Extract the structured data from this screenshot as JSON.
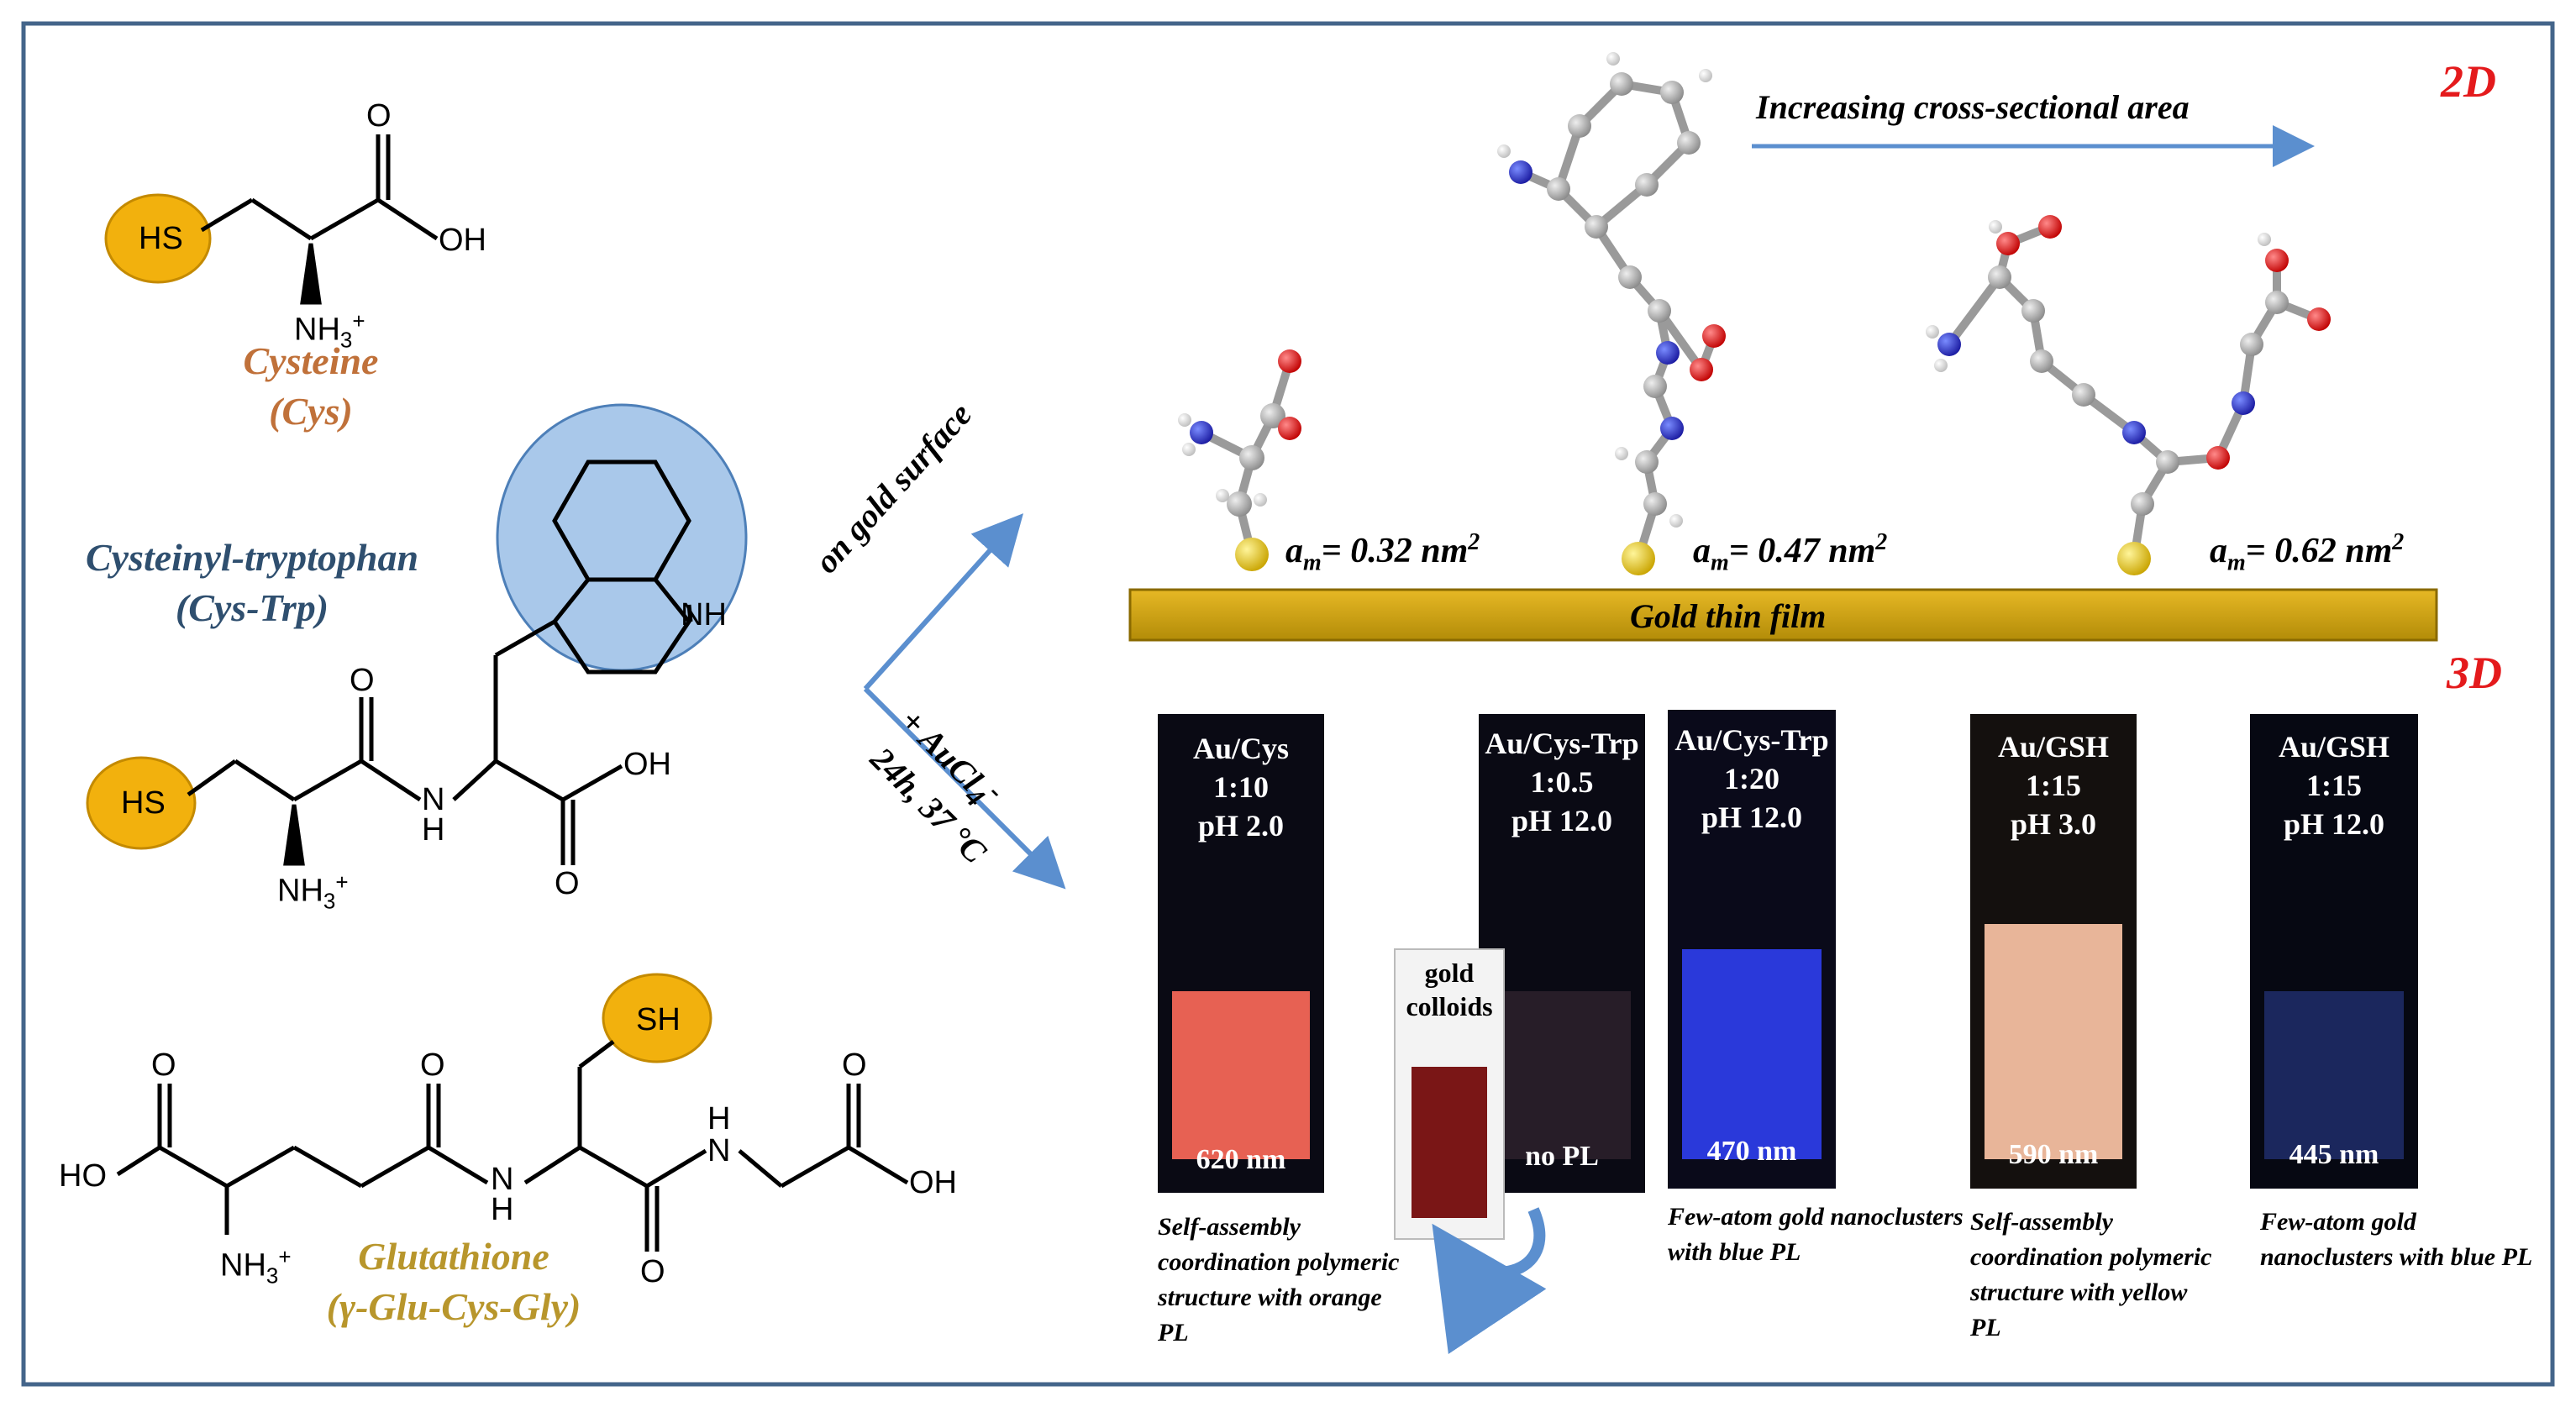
{
  "molecules": {
    "cysteine": {
      "name": "Cysteine",
      "abbr": "(Cys)",
      "name_color": "#c0713a"
    },
    "cys_trp": {
      "name": "Cysteinyl-tryptophan",
      "abbr": "(Cys-Trp)",
      "name_color": "#2f4f6f"
    },
    "glutathione": {
      "name": "Glutathione",
      "abbr": "(γ-Glu-Cys-Gly)",
      "name_color": "#b8962c"
    }
  },
  "atoms": {
    "hs": "HS",
    "sh": "SH",
    "oh": "OH",
    "ho": "HO",
    "o": "O",
    "nh": "NH",
    "n": "N",
    "h": "H",
    "nh3": "NH",
    "nh3_sub": "3",
    "nh3_sup": "+"
  },
  "routes": {
    "surface": "on gold surface",
    "reagent": "+ AuCl",
    "reagent_sub": "4",
    "reagent_sup": "-",
    "conditions": "24h, 37 °C"
  },
  "panel_2d": {
    "tag": "2D",
    "trend": "Increasing cross-sectional area",
    "film": "Gold thin film",
    "area_prefix": "a",
    "area_sub": "m",
    "areas": [
      "= 0.32 nm",
      "= 0.47 nm",
      "= 0.62 nm"
    ],
    "area_sup": "2"
  },
  "panel_3d": {
    "tag": "3D",
    "vials": [
      {
        "line1": "Au/Cys",
        "line2": "1:10",
        "line3": "pH 2.0",
        "pl": "620 nm",
        "glow": "#ff6a5a"
      },
      {
        "line1": "Au/Cys-Trp",
        "line2": "1:0.5",
        "line3": "pH 12.0",
        "pl": "no PL",
        "glow": "#2a1f2a"
      },
      {
        "line1": "Au/Cys-Trp",
        "line2": "1:20",
        "line3": "pH 12.0",
        "pl": "470 nm",
        "glow": "#2d3ef0"
      },
      {
        "line1": "Au/GSH",
        "line2": "1:15",
        "line3": "pH 3.0",
        "pl": "590 nm",
        "glow": "#ffc8a8"
      },
      {
        "line1": "Au/GSH",
        "line2": "1:15",
        "line3": "pH 12.0",
        "pl": "445 nm",
        "glow": "#203070"
      }
    ],
    "colloid": {
      "line1": "gold",
      "line2": "colloids"
    },
    "captions": [
      "Self-assembly coordination polymeric structure with orange PL",
      "Few-atom gold nanoclusters with blue PL",
      "Self-assembly coordination polymeric structure with yellow PL",
      "Few-atom gold nanoclusters with blue PL"
    ]
  },
  "colors": {
    "frame": "#44658a",
    "thiol_ball": "#f2b10d",
    "indole_ball": "#a9c8ea",
    "arrow": "#5b8fcf",
    "gold_film": "#c9a010",
    "tag_red": "#e41a1c"
  }
}
